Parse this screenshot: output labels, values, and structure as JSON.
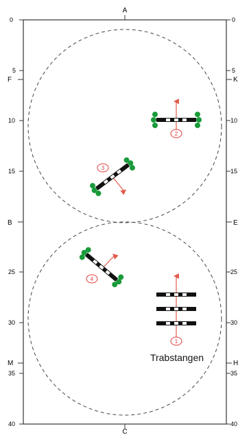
{
  "arena": {
    "letters": {
      "top": "A",
      "bottom": "C",
      "left": [
        "F",
        "B",
        "M"
      ],
      "right": [
        "K",
        "E",
        "H"
      ]
    },
    "scale": {
      "left_ticks": [
        "0",
        "5",
        "10",
        "15",
        "25",
        "30",
        "35",
        "40"
      ],
      "right_ticks": [
        "0",
        "5",
        "10",
        "15",
        "25",
        "30",
        "35",
        "40"
      ]
    }
  },
  "obstacles": [
    {
      "number": "1",
      "type": "trot poles"
    },
    {
      "number": "2",
      "type": "pole"
    },
    {
      "number": "3",
      "type": "pole"
    },
    {
      "number": "4",
      "type": "pole"
    }
  ],
  "caption": "Trabstangen",
  "colors": {
    "line": "#333333",
    "pole_dark": "#111111",
    "pole_light": "#ffffff",
    "cone_green": "#1a9a3a",
    "arrow_red": "#e25a4a",
    "number_red": "#e23a3a"
  }
}
